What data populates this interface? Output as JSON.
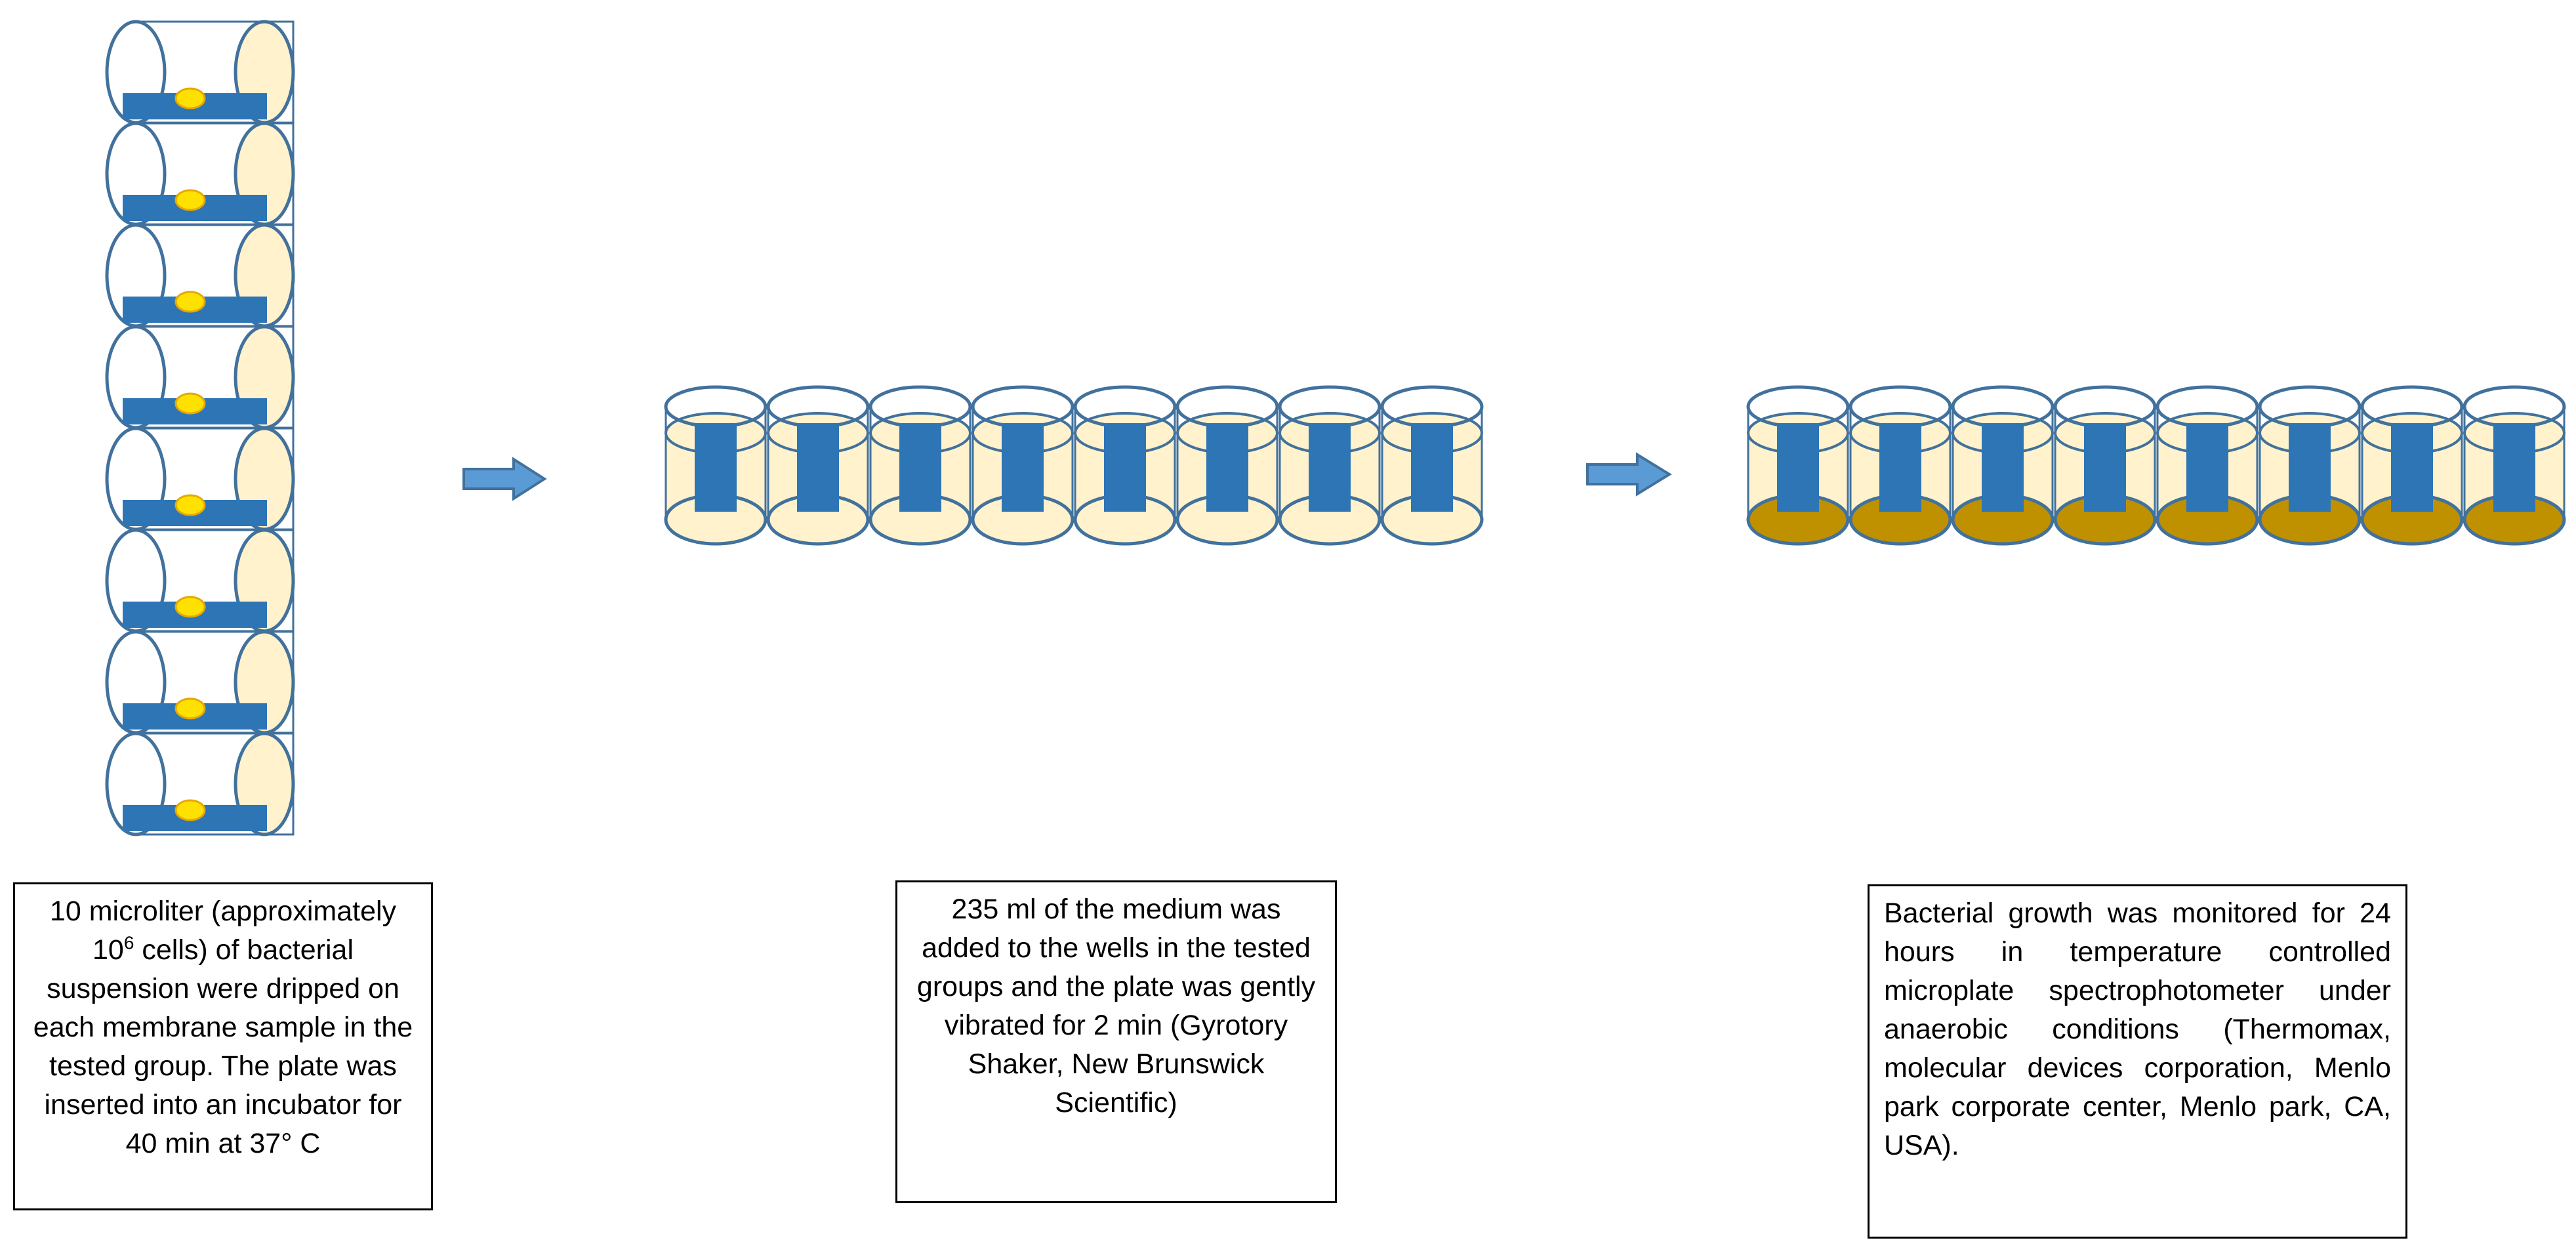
{
  "colors": {
    "cylinder_stroke": "#41719C",
    "cylinder_fill": "#FFF2CC",
    "membrane": "#2E75B6",
    "droplet": "#FFE100",
    "droplet_stroke": "#E6A800",
    "sediment": "#BF9000",
    "arrow": "#5B9BD5",
    "arrow_stroke": "#41719C"
  },
  "steps": [
    {
      "caption_before_sup": "10 microliter (approximately 10",
      "caption_sup": "6",
      "caption_after_sup": " cells) of bacterial suspension were dripped on each membrane sample in the tested group. The plate was inserted into an incubator for 40 min at 37° C"
    },
    {
      "caption": "235 ml of the medium was added to the wells in the tested groups and the plate was gently vibrated for 2 min (Gyrotory Shaker, New Brunswick Scientific)"
    },
    {
      "caption": "Bacterial growth was monitored for 24 hours in temperature controlled microplate spectrophotometer under anaerobic conditions (Thermomax, molecular devices corporation, Menlo park corporate center, Menlo park, CA, USA)."
    }
  ],
  "wells_per_group": 8,
  "icons": [
    "arrow-right-icon"
  ]
}
